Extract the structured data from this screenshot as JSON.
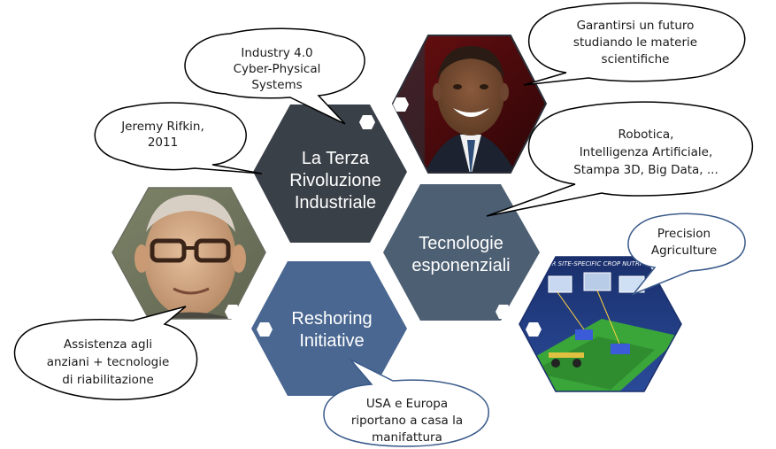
{
  "hexagons": [
    {
      "id": "terza",
      "lines": [
        "La Terza",
        "Rivoluzione",
        "Industriale"
      ],
      "color": "#3a4048"
    },
    {
      "id": "tecnologie",
      "lines": [
        "Tecnologie",
        "esponenziali"
      ],
      "color": "#4d5f72"
    },
    {
      "id": "reshoring",
      "lines": [
        "Reshoring",
        "Initiative"
      ],
      "color": "#4a6791"
    }
  ],
  "bubbles": {
    "industry": [
      "Industry 4.0",
      "Cyber-Physical",
      "Systems"
    ],
    "rifkin": [
      "Jeremy Rifkin,",
      "2011"
    ],
    "garantirsi": [
      "Garantirsi un futuro",
      "studiando le materie",
      "scientifiche"
    ],
    "robotica": [
      "Robotica,",
      "Intelligenza Artificiale,",
      "Stampa 3D, Big Data, ..."
    ],
    "precision": [
      "Precision",
      "Agriculture"
    ],
    "assistenza": [
      "Assistenza agli",
      "anziani + tecnologie",
      "di riabilitazione"
    ],
    "usa": [
      "USA e Europa",
      "riportano a casa la",
      "manifattura"
    ]
  },
  "photos": {
    "obama": "portrait-photo",
    "elder": "elderly-man-photo",
    "agri": "precision-agriculture-illustration",
    "agri_caption": "FOR SITE-SPECIFIC CROP NUTRI"
  },
  "colors": {
    "bubble_border": "#000000",
    "precision_border": "#3a5a8a",
    "hex_dark": "#3a4048",
    "hex_slate": "#4d5f72",
    "hex_blue": "#4a6791",
    "agri_blue": "#1f3f88",
    "agri_green": "#3aa63a"
  }
}
